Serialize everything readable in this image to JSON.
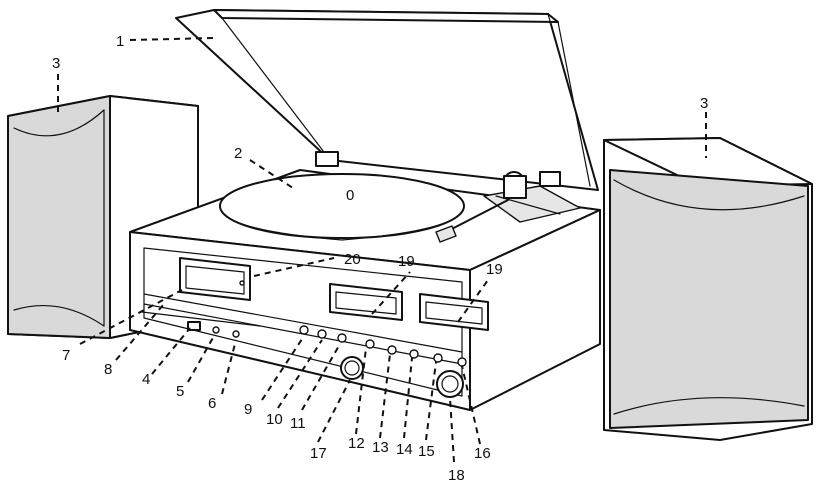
{
  "diagram": {
    "platter_marking": "0",
    "callouts": [
      "1",
      "2",
      "3",
      "3",
      "4",
      "5",
      "6",
      "7",
      "8",
      "9",
      "10",
      "11",
      "12",
      "13",
      "14",
      "15",
      "16",
      "17",
      "18",
      "19",
      "19",
      "20"
    ]
  }
}
